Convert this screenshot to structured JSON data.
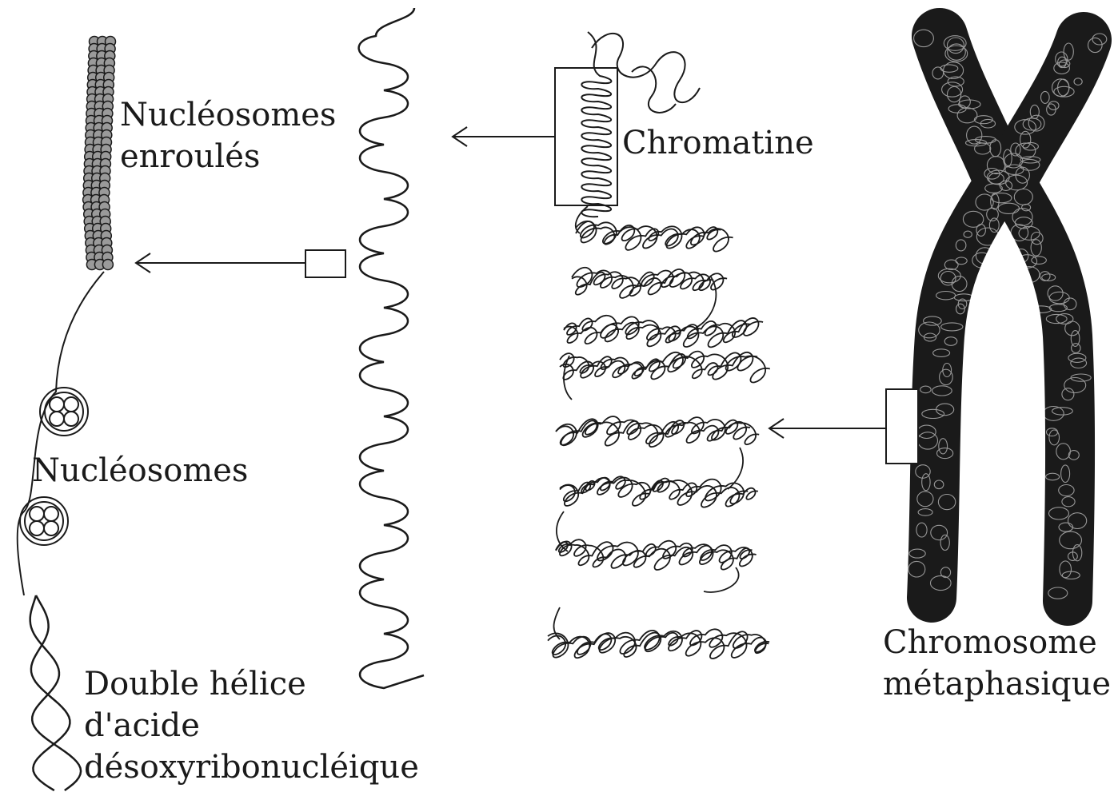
{
  "labels": {
    "nucleosomes_coiled": [
      "Nucléosomes",
      "enroulés"
    ],
    "chromatin": "Chromatine",
    "nucleosomes": "Nucléosomes",
    "double_helix": [
      "Double hélice",
      "d'acide",
      "désoxyribonucléique"
    ],
    "metaphase_chromosome": [
      "Chromosome",
      "métaphasique"
    ]
  },
  "colors": {
    "ink": "#1a1a1a",
    "background": "#ffffff"
  }
}
